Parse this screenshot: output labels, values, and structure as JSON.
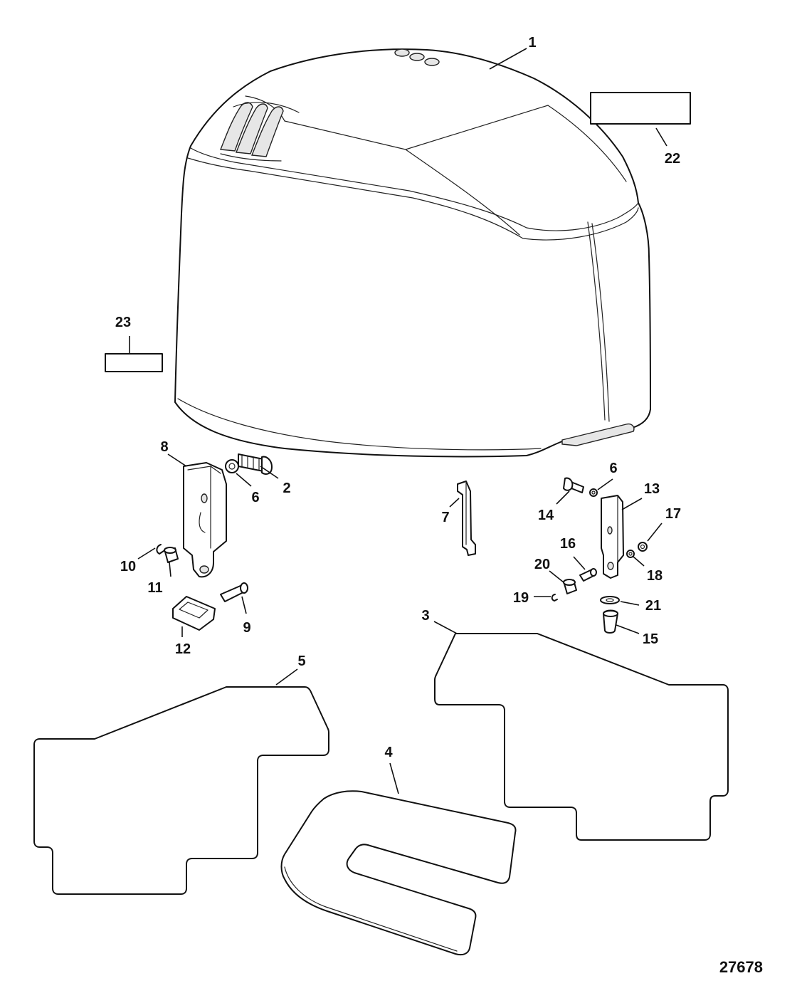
{
  "diagram": {
    "drawing_number": "27678",
    "callouts": [
      {
        "id": "1",
        "label": "1"
      },
      {
        "id": "2",
        "label": "2"
      },
      {
        "id": "3",
        "label": "3"
      },
      {
        "id": "4",
        "label": "4"
      },
      {
        "id": "5",
        "label": "5"
      },
      {
        "id": "6a",
        "label": "6"
      },
      {
        "id": "6b",
        "label": "6"
      },
      {
        "id": "7",
        "label": "7"
      },
      {
        "id": "8",
        "label": "8"
      },
      {
        "id": "9",
        "label": "9"
      },
      {
        "id": "10",
        "label": "10"
      },
      {
        "id": "11",
        "label": "11"
      },
      {
        "id": "12",
        "label": "12"
      },
      {
        "id": "13",
        "label": "13"
      },
      {
        "id": "14",
        "label": "14"
      },
      {
        "id": "15",
        "label": "15"
      },
      {
        "id": "16",
        "label": "16"
      },
      {
        "id": "17",
        "label": "17"
      },
      {
        "id": "18",
        "label": "18"
      },
      {
        "id": "19",
        "label": "19"
      },
      {
        "id": "20",
        "label": "20"
      },
      {
        "id": "21",
        "label": "21"
      },
      {
        "id": "22",
        "label": "22"
      },
      {
        "id": "23",
        "label": "23"
      }
    ]
  }
}
